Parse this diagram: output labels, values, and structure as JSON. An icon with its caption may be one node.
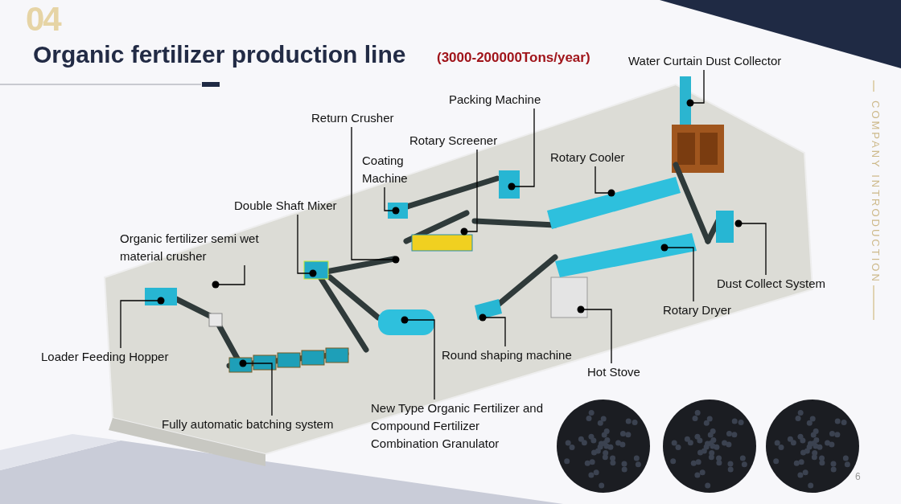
{
  "diagram": {
    "title": "Organic fertilizer production line",
    "nodes": [
      {
        "text": [
          "Water Curtain Dust Collector"
        ]
      },
      {
        "text": [
          "Packing Machine"
        ]
      },
      {
        "text": [
          "Return Crusher"
        ]
      },
      {
        "text": [
          "Rotary Screener"
        ]
      },
      {
        "text": [
          "Rotary Cooler"
        ]
      },
      {
        "text": [
          "Coating Machine"
        ]
      },
      {
        "text": [
          "Double Shaft Mixer"
        ]
      },
      {
        "text": [
          "Organic fertilizer semi wet material crusher"
        ]
      },
      {
        "text": [
          "Dust Collect System"
        ]
      },
      {
        "text": [
          "Rotary Dryer"
        ]
      },
      {
        "text": [
          "Loader Feeding Hopper"
        ]
      },
      {
        "text": [
          "Round shaping machine"
        ]
      },
      {
        "text": [
          "Hot Stove"
        ]
      },
      {
        "text": [
          "New Type Organic Fertilizer and Compound Fertilizer Combination Granulator"
        ]
      },
      {
        "text": [
          "Fully automatic batching system"
        ]
      }
    ],
    "edges": [
      {
        "from": 0,
        "to": null,
        "arrow": "other"
      },
      {
        "from": 1,
        "to": null,
        "arrow": "other"
      },
      {
        "from": 2,
        "to": null,
        "arrow": "other"
      },
      {
        "from": 3,
        "to": null,
        "arrow": "other"
      },
      {
        "from": 4,
        "to": null,
        "arrow": "other"
      },
      {
        "from": 5,
        "to": null,
        "arrow": "other"
      },
      {
        "from": 6,
        "to": null,
        "arrow": "other"
      },
      {
        "from": 7,
        "to": null,
        "arrow": "other"
      },
      {
        "from": 8,
        "to": null,
        "arrow": "other"
      },
      {
        "from": 9,
        "to": null,
        "arrow": "other"
      },
      {
        "from": 10,
        "to": null,
        "arrow": "other"
      },
      {
        "from": 11,
        "to": null,
        "arrow": "other"
      },
      {
        "from": 12,
        "to": null,
        "arrow": "other"
      },
      {
        "from": 13,
        "to": null,
        "arrow": "other"
      },
      {
        "from": 14,
        "to": null,
        "arrow": "other"
      }
    ],
    "labels": [
      "04",
      "(3000-200000Tons/year)",
      "COMPANY INTRODUCTION",
      "6"
    ]
  }
}
